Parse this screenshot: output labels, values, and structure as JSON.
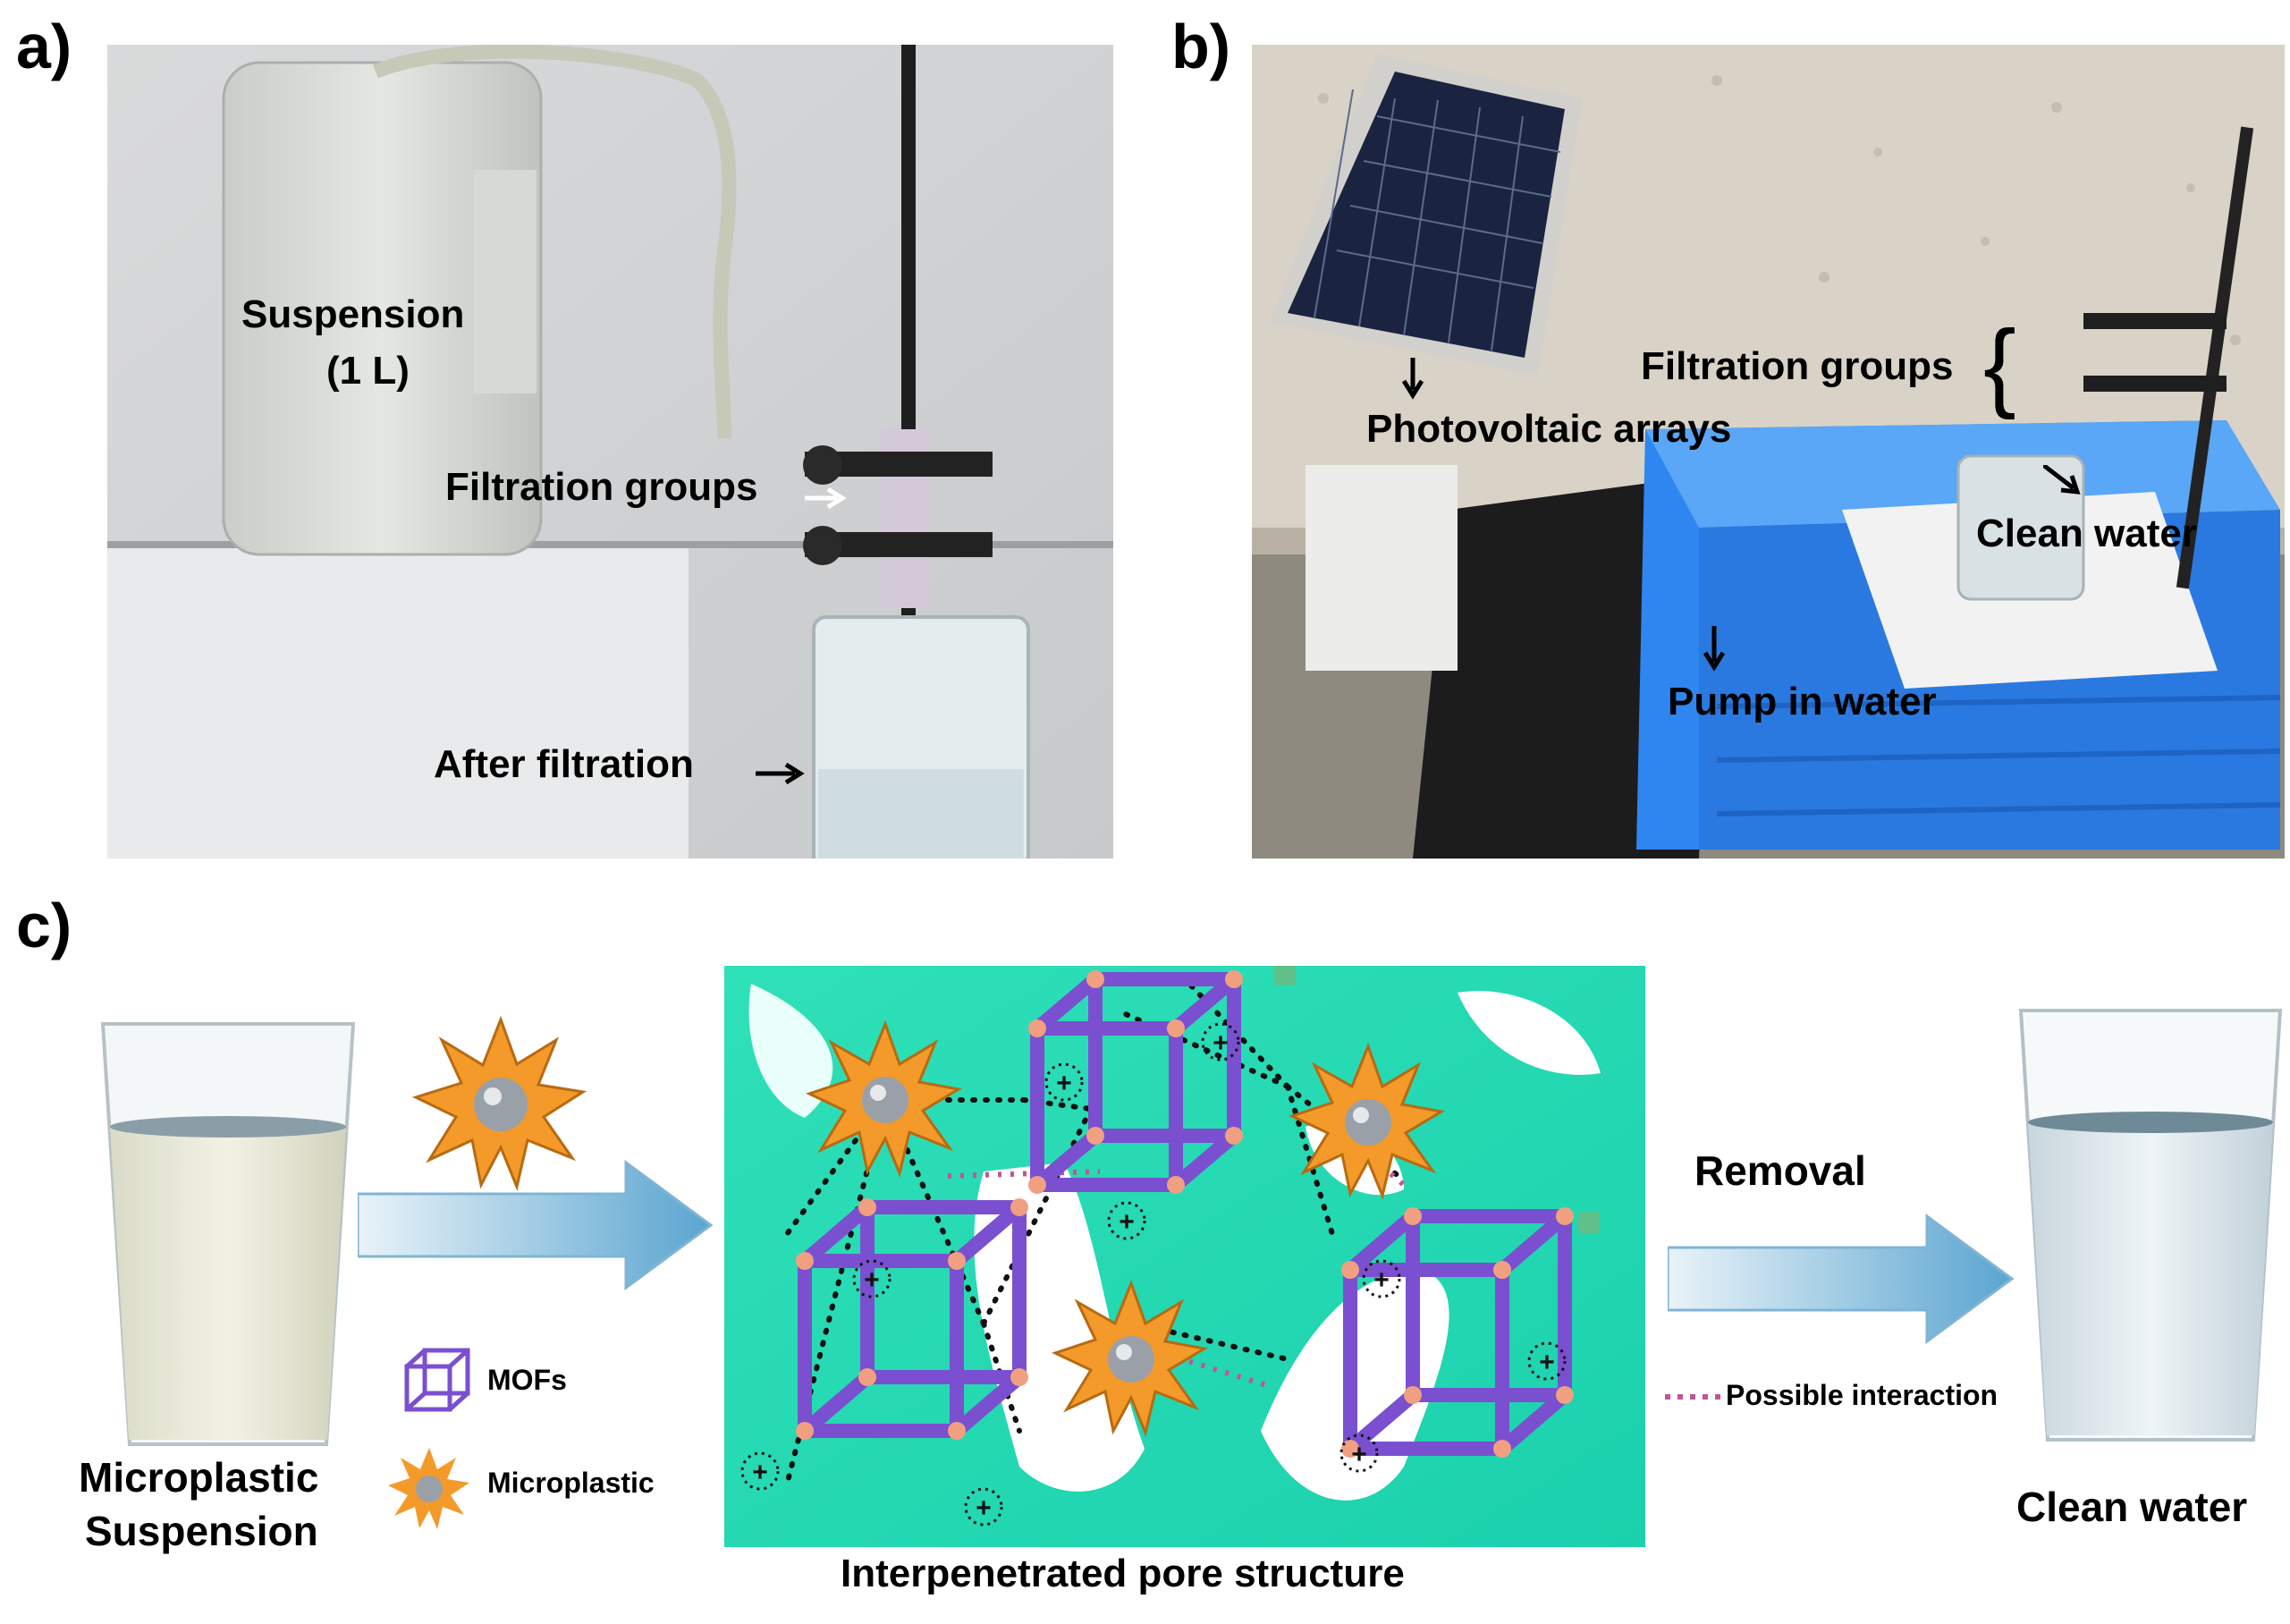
{
  "panels": {
    "a": {
      "label": "a)",
      "suspension": "Suspension",
      "volume": "(1 L)",
      "filtration_groups": "Filtration groups",
      "after_filtration": "After filtration"
    },
    "b": {
      "label": "b)",
      "filtration_groups": "Filtration groups",
      "photovoltaic": "Photovoltaic arrays",
      "clean_water": "Clean water",
      "pump": "Pump in water"
    },
    "c": {
      "label": "c)",
      "left_glass_line1": "Microplastic",
      "left_glass_line2": "Suspension",
      "legend_mofs": "MOFs",
      "legend_microplastic": "Microplastic",
      "center_caption": "Interpenetrated pore structure",
      "removal": "Removal",
      "possible_interaction": "Possible interaction",
      "right_glass": "Clean water"
    }
  },
  "colors": {
    "mof_frame": "#7a4fd0",
    "mof_node": "#f0a080",
    "star": "#f39a2a",
    "teal_bg": "#2fe0b8",
    "crate_blue": "#2f86f0",
    "interaction": "#c0559a"
  }
}
